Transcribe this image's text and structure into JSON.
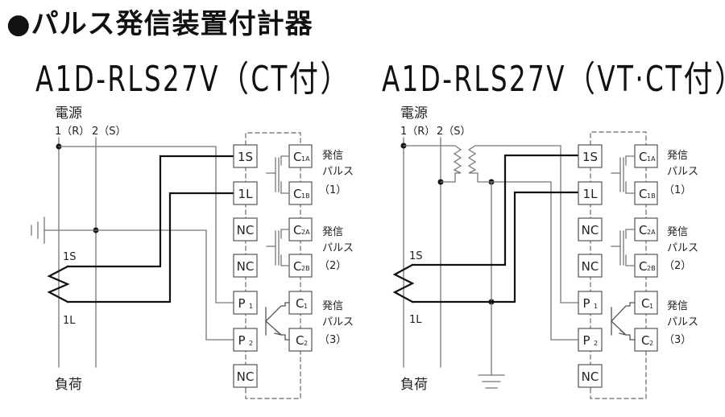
{
  "title": "●パルス発信装置付計器",
  "diagrams": [
    {
      "model": "A1D-RLS27V（CT付）",
      "power_label": "電源",
      "phase_r": "1（R）",
      "phase_s": "2（S）",
      "ct_s": "1S",
      "ct_l": "1L",
      "load_label": "負荷",
      "meter_terminals": [
        "1S",
        "1L",
        "NC",
        "NC",
        "P",
        "P",
        "NC"
      ],
      "meter_terminal_subs": [
        "",
        "",
        "",
        "",
        "1",
        "2",
        ""
      ],
      "pulse_terminals": [
        "C",
        "C",
        "C",
        "C",
        "C",
        "C"
      ],
      "pulse_terminal_subs": [
        "1A",
        "1B",
        "2A",
        "2B",
        "1",
        "2"
      ],
      "pulse_groups": [
        {
          "line1": "発信",
          "line2": "パルス",
          "line3": "（1）"
        },
        {
          "line1": "発信",
          "line2": "パルス",
          "line3": "（2）"
        },
        {
          "line1": "発信",
          "line2": "パルス",
          "line3": "（3）"
        }
      ]
    },
    {
      "model": "A1D-RLS27V（VT·CT付）",
      "power_label": "電源",
      "phase_r": "1（R）",
      "phase_s": "2（S）",
      "ct_s": "1S",
      "ct_l": "1L",
      "load_label": "負荷",
      "meter_terminals": [
        "1S",
        "1L",
        "NC",
        "NC",
        "P",
        "P",
        "NC"
      ],
      "meter_terminal_subs": [
        "",
        "",
        "",
        "",
        "1",
        "2",
        ""
      ],
      "pulse_terminals": [
        "C",
        "C",
        "C",
        "C",
        "C",
        "C"
      ],
      "pulse_terminal_subs": [
        "1A",
        "1B",
        "2A",
        "2B",
        "1",
        "2"
      ],
      "pulse_groups": [
        {
          "line1": "発信",
          "line2": "パルス",
          "line3": "（1）"
        },
        {
          "line1": "発信",
          "line2": "パルス",
          "line3": "（2）"
        },
        {
          "line1": "発信",
          "line2": "パルス",
          "line3": "（3）"
        }
      ]
    }
  ]
}
